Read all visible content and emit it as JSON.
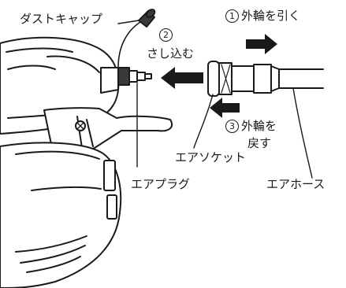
{
  "labels": {
    "dust_cap": "ダストキャップ",
    "air_plug": "エアプラグ",
    "air_socket": "エアソケット",
    "air_hose": "エアホース"
  },
  "steps": [
    {
      "number": "1",
      "text": "外輪を引く"
    },
    {
      "number": "2",
      "text": "さし込む"
    },
    {
      "number": "3",
      "line1": "外輪を",
      "line2": "戻す"
    }
  ],
  "colors": {
    "ink": "#1a1a1a",
    "paper": "#ffffff"
  }
}
